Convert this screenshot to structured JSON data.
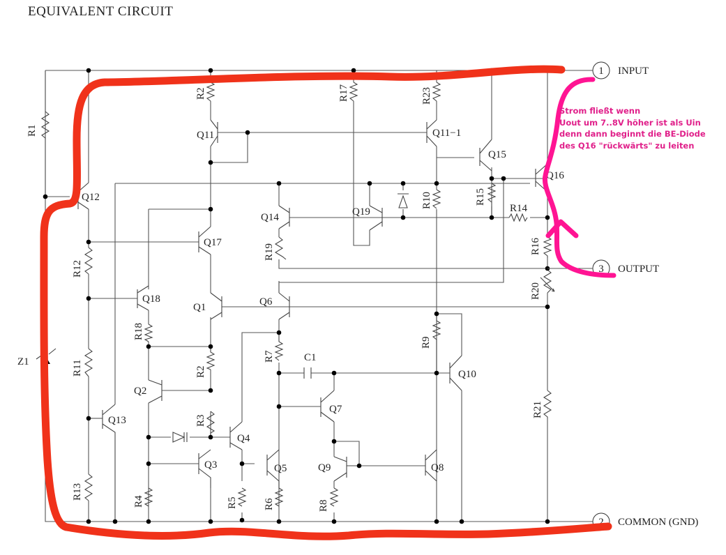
{
  "title": "EQUIVALENT CIRCUIT",
  "pins": [
    {
      "number": "1",
      "label": "INPUT"
    },
    {
      "number": "3",
      "label": "OUTPUT"
    },
    {
      "number": "2",
      "label": "COMMON (GND)"
    }
  ],
  "components": {
    "R1": "R1",
    "R2_top": "R2",
    "R17": "R17",
    "R23": "R23",
    "Q11": "Q11",
    "Q11_1": "Q11−1",
    "Q15": "Q15",
    "Q16": "Q16",
    "Q12": "Q12",
    "R15": "R15",
    "R10": "R10",
    "R14": "R14",
    "Q14": "Q14",
    "Q19": "Q19",
    "Q17": "Q17",
    "R12": "R12",
    "R19": "R19",
    "R16": "R16",
    "R20": "R20",
    "Q18": "Q18",
    "Q1": "Q1",
    "Q6": "Q6",
    "R18": "R18",
    "R9": "R9",
    "Z1": "Z1",
    "R11": "R11",
    "R7": "R7",
    "C1": "C1",
    "Q10": "Q10",
    "R2": "R2",
    "Q2": "Q2",
    "Q7": "Q7",
    "R21": "R21",
    "Q13": "Q13",
    "R3": "R3",
    "Q4": "Q4",
    "Q3": "Q3",
    "Q9": "Q9",
    "Q5": "Q5",
    "Q8": "Q8",
    "R13": "R13",
    "R4": "R4",
    "R5": "R5",
    "R6": "R6",
    "R8": "R8"
  },
  "annotation": {
    "lines": [
      "Strom fließt wenn",
      "Uout um 7..8V höher ist als Uin",
      "denn dann beginnt die BE-Diode",
      "des Q16 \"rückwärts\" zu leiten"
    ],
    "color": "#e0208a"
  },
  "highlight_colors": {
    "ground_path": "#f0321a",
    "reverse_current_path": "#ff1493"
  }
}
